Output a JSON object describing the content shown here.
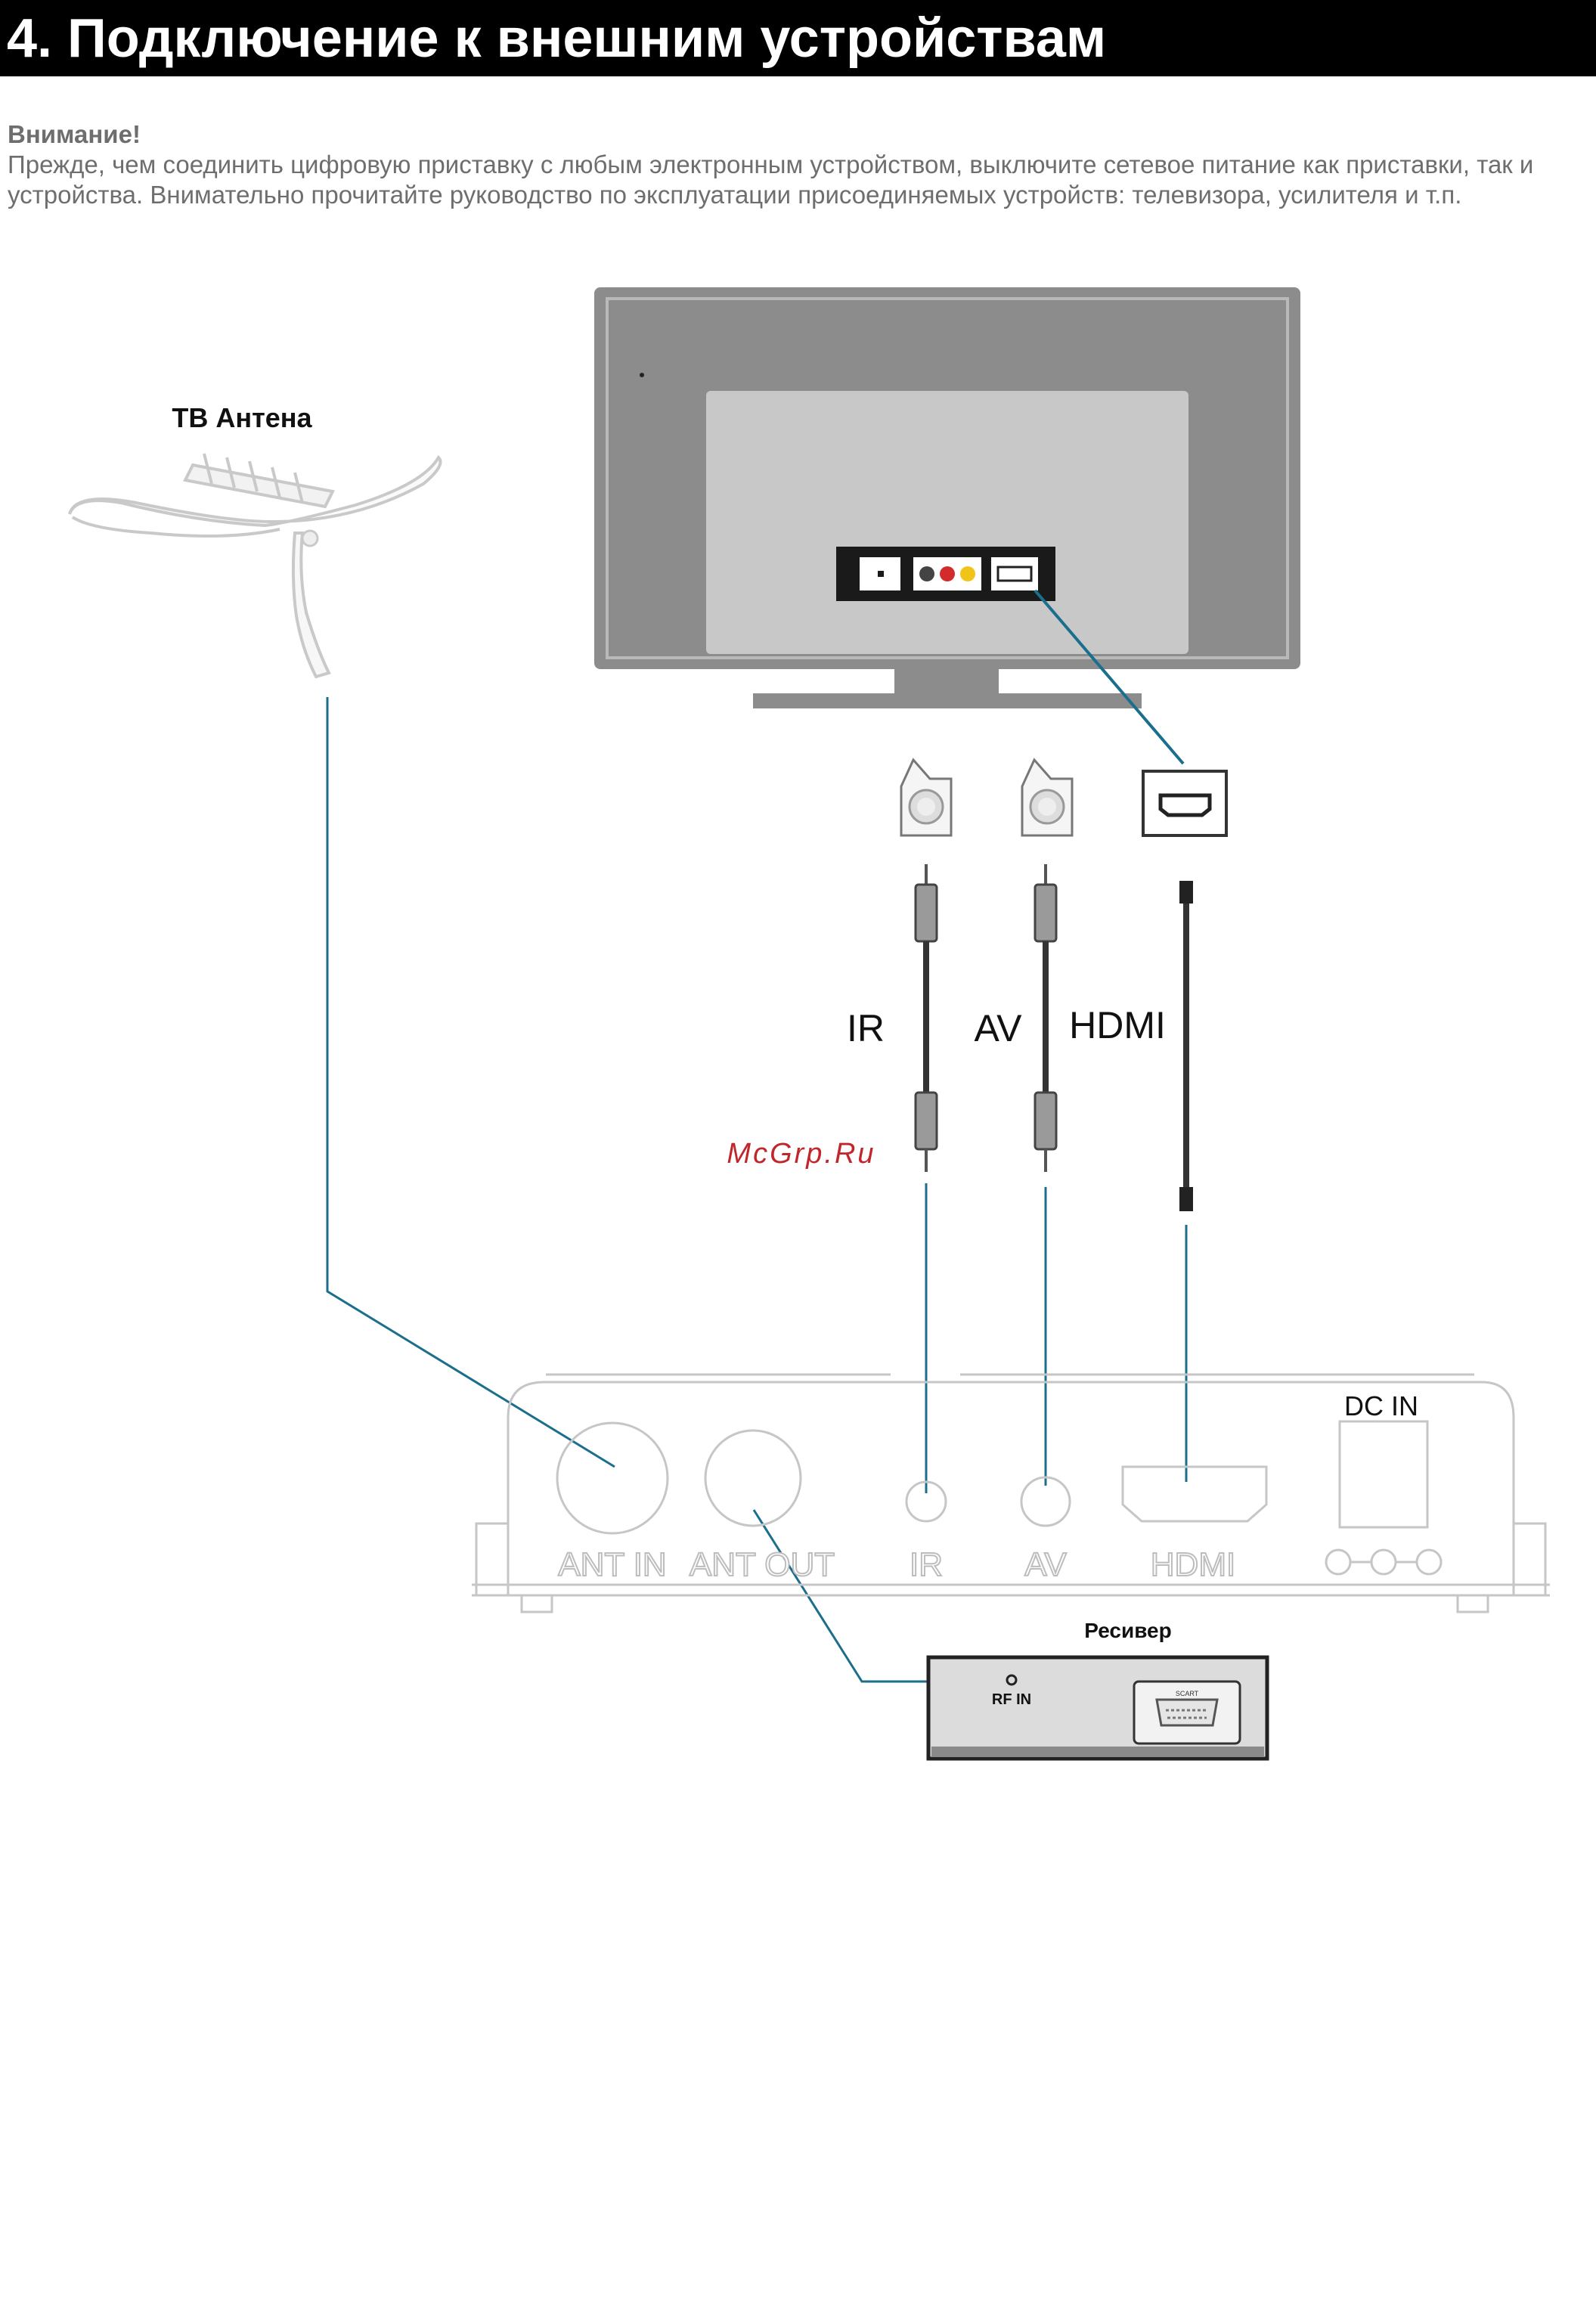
{
  "header": {
    "title": "4. Подключение к внешним устройствам"
  },
  "notice": {
    "heading": "Внимание!",
    "body": "Прежде, чем соединить цифровую приставку с любым электронным устройством, выключите сетевое питание как приставки, так и устройства. Внимательно прочитайте руководство по эксплуатации присоединяемых устройств: телевизора, усилителя и т.п."
  },
  "diagram": {
    "antenna_label": "ТВ Антена",
    "cables": {
      "ir": "IR",
      "av": "AV",
      "hdmi": "HDMI"
    },
    "watermark": "McGrp.Ru",
    "stb_ports": {
      "ant_in": "ANT IN",
      "ant_out": "ANT OUT",
      "ir": "IR",
      "av": "AV",
      "hdmi": "HDMI",
      "dc_in": "DC IN"
    },
    "receiver": {
      "title": "Ресивер",
      "rf_in": "RF IN",
      "scart": "SCART"
    },
    "colors": {
      "connection_line": "#1b6f8c",
      "tv_body": "#8c8c8c",
      "tv_screen": "#c8c8c8"
    }
  }
}
